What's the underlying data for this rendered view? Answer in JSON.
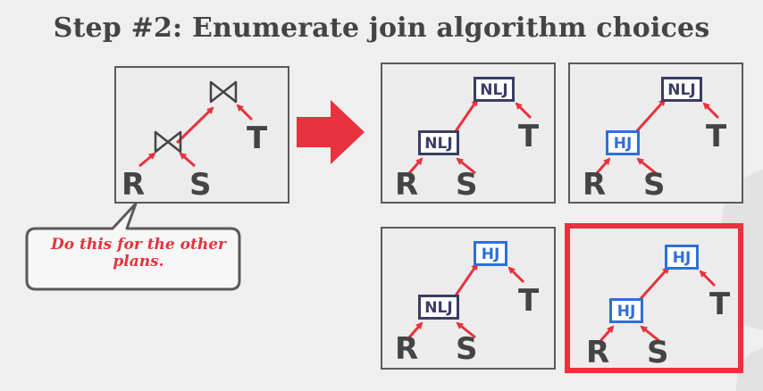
{
  "title": "Step #2: Enumerate join algorithm choices",
  "callout": {
    "text": "Do this for the other plans."
  },
  "colors": {
    "edge": "#e8323d",
    "nlj": "#3a3d63",
    "hj": "#2f6fd6",
    "highlight": "#e8323d",
    "leaf": "#444444"
  },
  "source_plan": {
    "lower_op": "⋈",
    "upper_op": "⋈",
    "leaves": [
      "R",
      "S",
      "T"
    ]
  },
  "plans": [
    {
      "lower_op": "NLJ",
      "upper_op": "NLJ",
      "leaves": [
        "R",
        "S",
        "T"
      ],
      "highlighted": false
    },
    {
      "lower_op": "HJ",
      "upper_op": "NLJ",
      "leaves": [
        "R",
        "S",
        "T"
      ],
      "highlighted": false
    },
    {
      "lower_op": "NLJ",
      "upper_op": "HJ",
      "leaves": [
        "R",
        "S",
        "T"
      ],
      "highlighted": false
    },
    {
      "lower_op": "HJ",
      "upper_op": "HJ",
      "leaves": [
        "R",
        "S",
        "T"
      ],
      "highlighted": true
    }
  ]
}
